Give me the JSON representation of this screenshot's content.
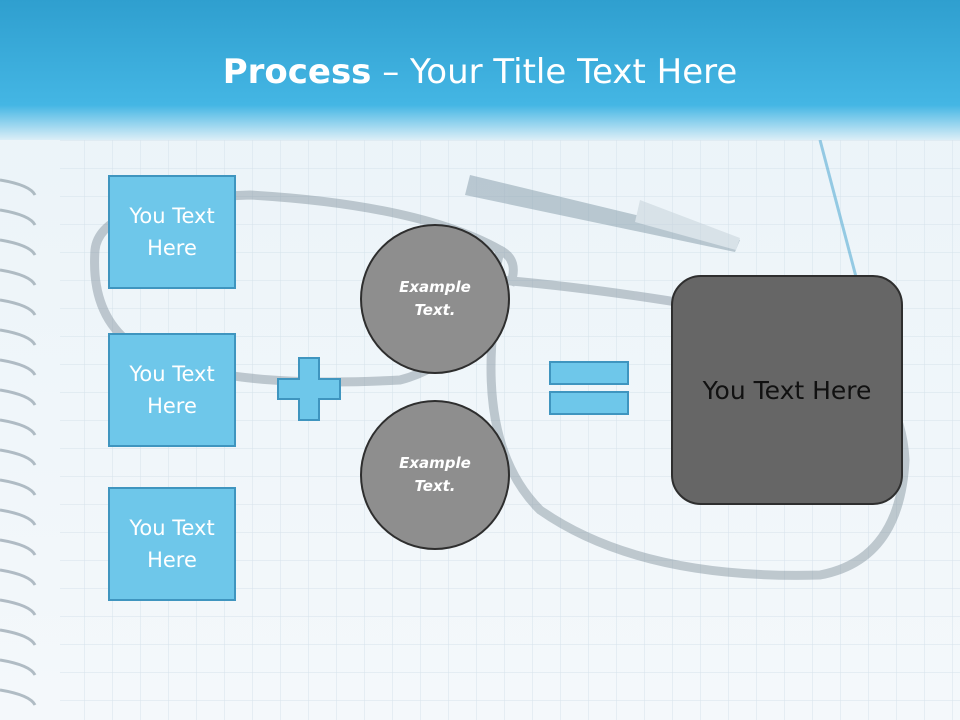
{
  "title": {
    "bold": "Process",
    "rest": " – Your Title Text Here"
  },
  "left_boxes": [
    {
      "label": "You Text Here"
    },
    {
      "label": "You Text Here"
    },
    {
      "label": "You Text Here"
    }
  ],
  "circles": [
    {
      "label": "Example Text."
    },
    {
      "label": "Example Text."
    }
  ],
  "result": {
    "label": "You Text Here"
  },
  "colors": {
    "header_blue": "#3bb0df",
    "box_fill": "#6ec7ea",
    "box_border": "#3f95bf",
    "circle_fill": "#8e8e8e",
    "result_fill": "#666666"
  },
  "icons": [
    "plus-icon",
    "equals-icon"
  ]
}
